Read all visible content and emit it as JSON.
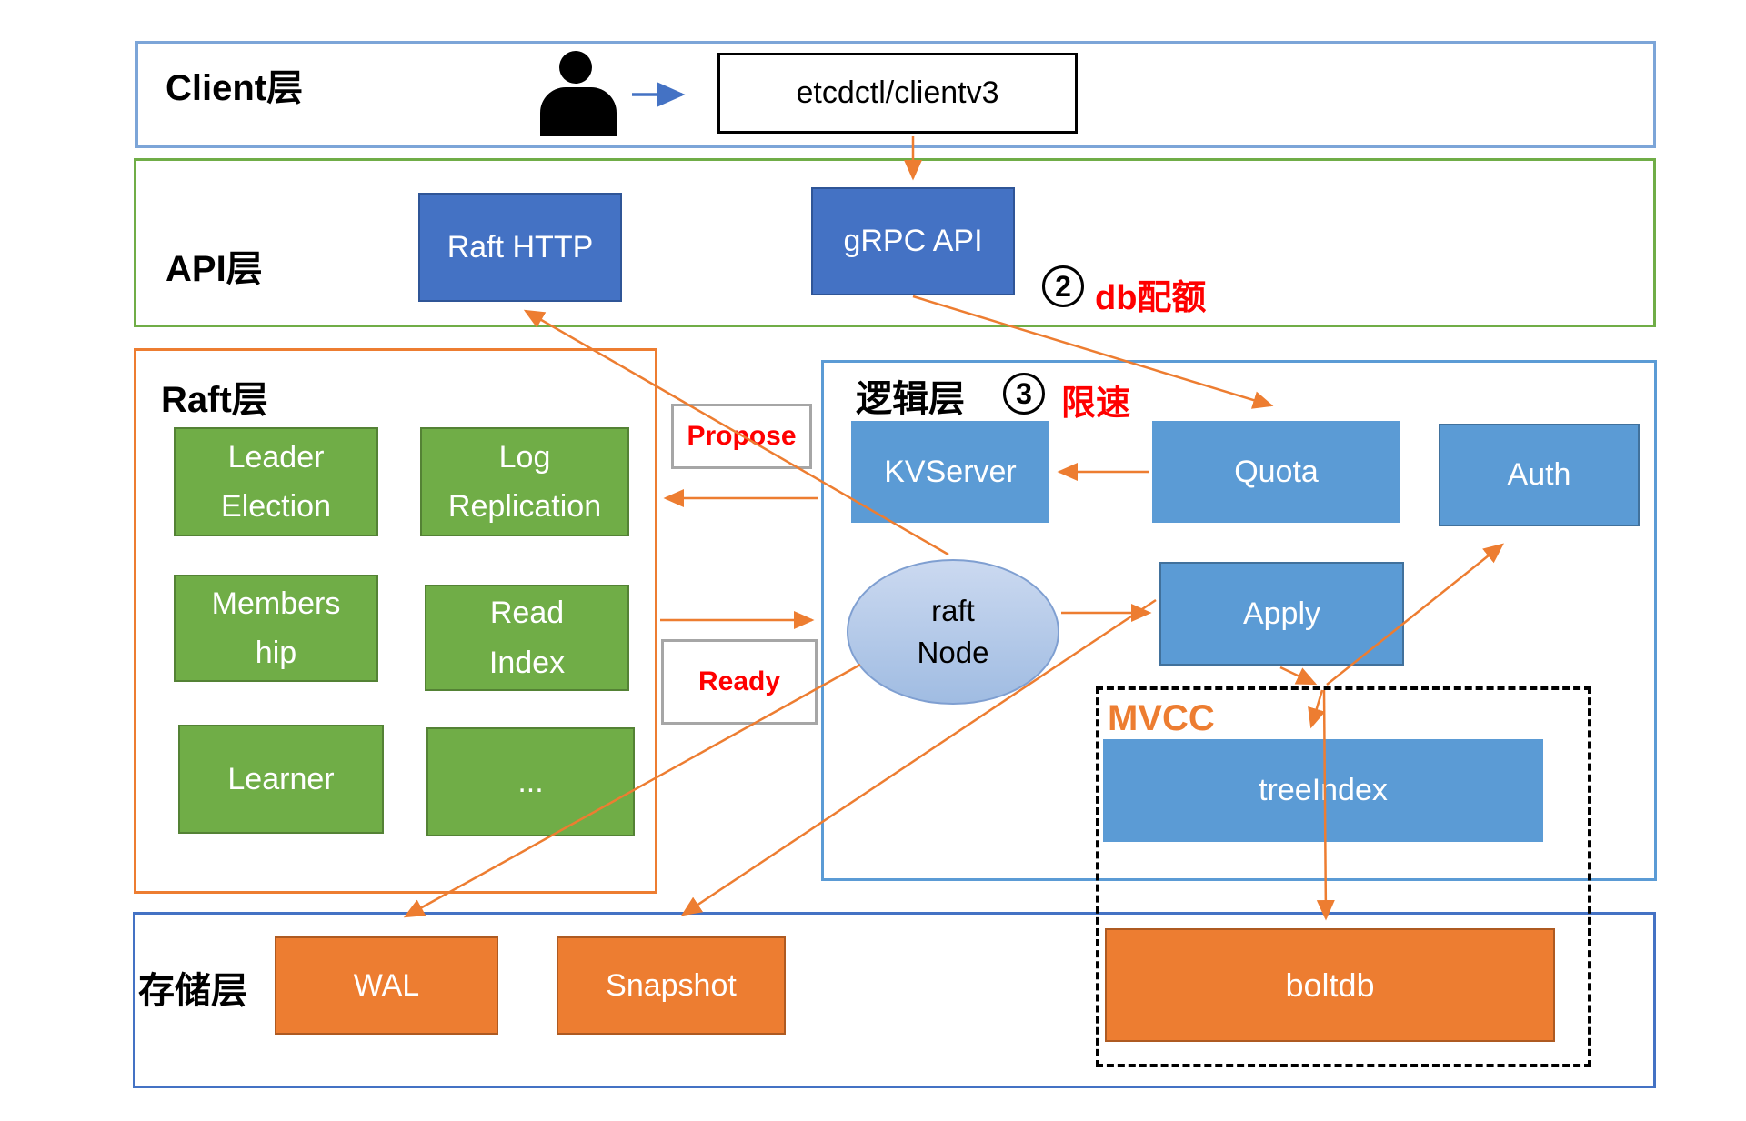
{
  "layers": {
    "client": "Client层",
    "api": "API层",
    "raft": "Raft层",
    "logic": "逻辑层",
    "storage": "存储层"
  },
  "nodes": {
    "etcdctl": "etcdctl/clientv3",
    "raft_http": "Raft HTTP",
    "grpc_api": "gRPC API",
    "kvserver": "KVServer",
    "quota": "Quota",
    "auth": "Auth",
    "apply": "Apply",
    "raft_node": "raft\nNode",
    "treeindex": "treeIndex",
    "boltdb": "boltdb",
    "wal": "WAL",
    "snapshot": "Snapshot"
  },
  "raft_modules": [
    "Leader\nElection",
    "Log\nReplication",
    "Members\nhip",
    "Read\nIndex",
    "Learner",
    "..."
  ],
  "flow_labels": {
    "propose": "Propose",
    "ready": "Ready",
    "mvcc": "MVCC"
  },
  "annotations": {
    "db_quota_num": "2",
    "db_quota": "db配额",
    "rate_limit_num": "3",
    "rate_limit": "限速"
  },
  "colors": {
    "layer_client_border": "#7CA5D8",
    "layer_api_border": "#70AD47",
    "layer_raft_border": "#ED7D31",
    "layer_logic_border": "#5B9BD5",
    "layer_storage_border": "#4472C4",
    "box_blue": "#5B9BD5",
    "box_dark_blue": "#4472C4",
    "box_green": "#70AD47",
    "box_orange": "#ED7D31",
    "arrow_orange": "#ED7D31",
    "arrow_blue": "#4472C4",
    "red_text": "#FF0000"
  }
}
